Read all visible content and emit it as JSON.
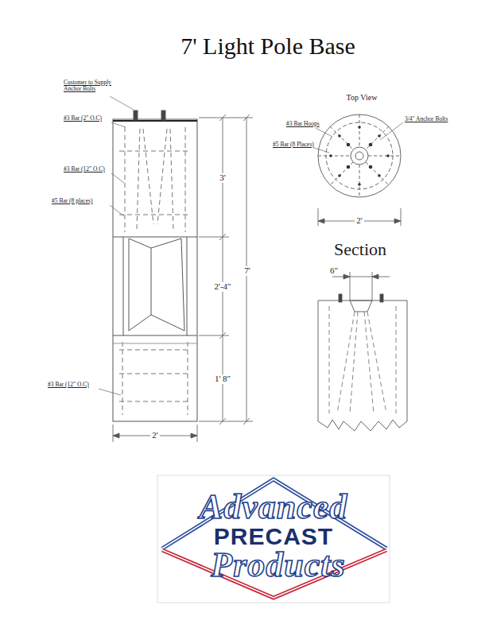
{
  "diagram": {
    "title": "7' Light Pole Base",
    "labels": [
      "Customer to Supply Anchor Bolts",
      "#3 Bar (2\" O.C)",
      "#3 Bar (12\" O.C)",
      "#5 Bar (8 places)",
      "3'",
      "7'",
      "2'-4\"",
      "1' 8\"",
      "#3 Bar (12\" O.C)",
      "2'",
      "Top View",
      "#3 Bar Hoops",
      "3/4\" Anchor Bolts",
      "#5 Bar (8 Places)",
      "2'",
      "Section",
      "6\"",
      "Advanced",
      "PRECAST",
      "Products"
    ]
  }
}
